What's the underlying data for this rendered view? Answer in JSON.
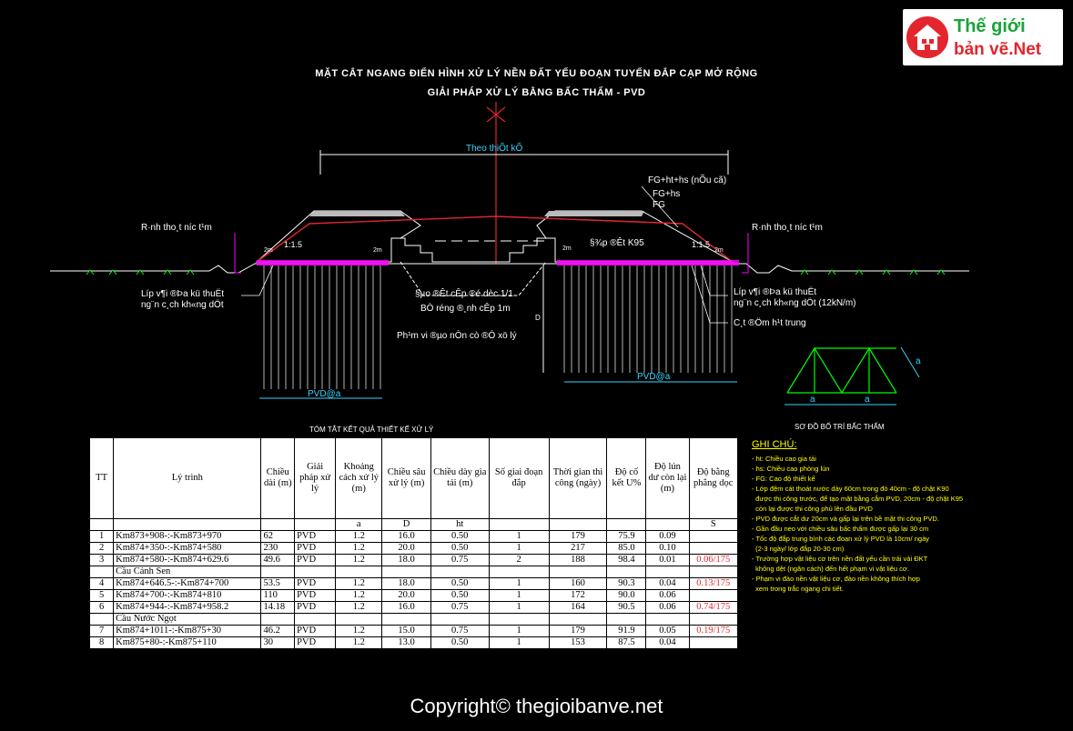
{
  "title": {
    "line1": "MẶT CẮT NGANG ĐIỂN HÌNH XỬ LÝ NỀN ĐẤT YẾU ĐOẠN TUYẾN ĐẮP CẠP MỞ RỘNG",
    "line2": "GIẢI PHÁP XỬ LÝ BẰNG BẤC THẤM - PVD"
  },
  "logo": {
    "line1": "Thế giới",
    "line2": "bản vẽ.Net"
  },
  "drawing": {
    "theo_thiet_ke": "Theo thiÕt kÕ",
    "fg_ht_hs": "FG+ht+hs (nÕu cã)",
    "fg_ht": "FG+hs",
    "fg": "FG",
    "ranh_left": "R·nh tho¸t n­íc t¹m",
    "ranh_right": "R·nh tho¸t n­íc t¹m",
    "dat_k95": "§¾p ®Êt K95",
    "slope_left": "1:1.5",
    "slope_right": "1:1.5",
    "w_left1": "2m",
    "w_left2": "2m",
    "w_right1": "2m",
    "w_right2": "2m",
    "lop_vai_left1": "Líp v¶i ®Þa kü thuËt",
    "lop_vai_left2": "ng¨n c¸ch kh«ng dÖt",
    "lop_vai_right1": "Líp v¶i ®Þa kü thuËt",
    "lop_vai_right2": "ng¨n c¸ch kh«ng dÖt (12kN/m)",
    "dao_dat": "§µo ®Êt cÊp ®é dèc 1/1",
    "be_rong": "BÒ réng ®¸nh cÊp 1m",
    "pham_vi": "Ph¹m vi ®µo nÒn cò ®Ó xö lý",
    "cat_dem": "C¸t ®Öm h¹t trung",
    "pvd_left": "PVD@a",
    "pvd_right": "PVD@a",
    "depth": "D",
    "scheme_a1": "a",
    "scheme_a2": "a",
    "scheme_a3": "a",
    "scheme_title": "SƠ ĐỒ BỐ TRÍ BẤC THẤM"
  },
  "table": {
    "caption": "TÓM TẮT KẾT QUẢ THIẾT KẾ XỬ LÝ",
    "headers": [
      "TT",
      "Lý trình",
      "Chiều dài (m)",
      "Giải pháp xử lý",
      "Khoảng cách xử lý (m)",
      "Chiều sâu xử lý (m)",
      "Chiều dày gia tải (m)",
      "Số giai đoạn đắp",
      "Thời gian thi công (ngày)",
      "Độ cố kết U%",
      "Độ lún dư còn lại (m)",
      "Độ bằng phẳng dọc"
    ],
    "symbols": [
      "",
      "",
      "",
      "",
      "a",
      "D",
      "ht",
      "",
      "",
      "",
      "",
      "S"
    ],
    "rows": [
      [
        "1",
        "Km873+908-:-Km873+970",
        "62",
        "PVD",
        "1.2",
        "16.0",
        "0.50",
        "1",
        "179",
        "75.9",
        "0.09",
        ""
      ],
      [
        "2",
        "Km874+350-:-Km874+580",
        "230",
        "PVD",
        "1.2",
        "20.0",
        "0.50",
        "1",
        "217",
        "85.0",
        "0.10",
        ""
      ],
      [
        "3",
        "Km874+580-:-Km874+629.6",
        "49.6",
        "PVD",
        "1.2",
        "18.0",
        "0.75",
        "2",
        "188",
        "98.4",
        "0.01",
        "0.06/175"
      ],
      [
        "",
        "Cầu Cảnh Sen",
        "",
        "",
        "",
        "",
        "",
        "",
        "",
        "",
        "",
        ""
      ],
      [
        "4",
        "Km874+646.5-:-Km874+700",
        "53.5",
        "PVD",
        "1.2",
        "18.0",
        "0.50",
        "1",
        "160",
        "90.3",
        "0.04",
        "0.13/175"
      ],
      [
        "5",
        "Km874+700-:-Km874+810",
        "110",
        "PVD",
        "1.2",
        "20.0",
        "0.50",
        "1",
        "172",
        "90.0",
        "0.06",
        ""
      ],
      [
        "6",
        "Km874+944-:-Km874+958.2",
        "14.18",
        "PVD",
        "1.2",
        "16.0",
        "0.75",
        "1",
        "164",
        "90.5",
        "0.06",
        "0.74/175"
      ],
      [
        "",
        "Cầu Nước Ngọt",
        "",
        "",
        "",
        "",
        "",
        "",
        "",
        "",
        "",
        ""
      ],
      [
        "7",
        "Km874+1011-:-Km875+30",
        "46.2",
        "PVD",
        "1.2",
        "15.0",
        "0.75",
        "1",
        "179",
        "91.9",
        "0.05",
        "0.19/175"
      ],
      [
        "8",
        "Km875+80-:-Km875+110",
        "30",
        "PVD",
        "1.2",
        "13.0",
        "0.50",
        "1",
        "153",
        "87.5",
        "0.04",
        ""
      ]
    ]
  },
  "notes": {
    "heading": "GHI CHÚ:",
    "items": [
      "- ht: Chiều cao gia tải",
      "- hs: Chiều cao phòng lún",
      "- FG: Cao độ thiết kế",
      "- Lớp đệm cát thoát nước dày 60cm trong đó 40cm - độ chặt K90",
      "  được thi công trước, để tạo mặt bằng cắm PVD, 20cm - độ chặt K95",
      "  còn lại được thi công phủ lên đầu PVD",
      "- PVD được cắt dư 20cm và gấp lại trên bề mặt thi công PVD.",
      "- Gần đầu neo với chiều sâu bấc thấm được gấp lại 30 cm",
      "- Tốc độ đắp trung bình các đoạn xử lý PVD là 10cm/ ngày",
      "  (2-3 ngày/ lớp đắp 20-30 cm)",
      "- Trường hợp vật liệu cơ trên nền đất yếu cần trải vải ĐKT",
      "  không dệt (ngăn cách) đến hết phạm vi vật liệu cơ.",
      "- Phạm vi đào nền vật liệu cơ, đào nền không thích hợp",
      "  xem trong trắc ngang chi tiết."
    ]
  },
  "copyright": "Copyright© thegioibanve.net",
  "colors": {
    "background": "#000000",
    "cyan": "#37d5ff",
    "red": "#e3262e",
    "magenta": "#ff00ff",
    "yellow": "#ffff00",
    "green": "#00ff00"
  }
}
